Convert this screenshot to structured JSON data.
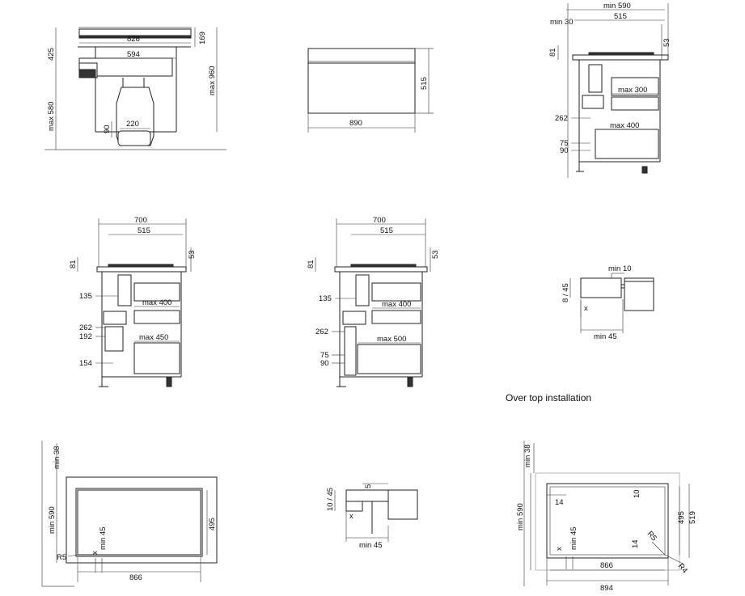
{
  "caption": "Over top installation",
  "labels": {
    "v1": {
      "w828": "828",
      "w594": "594",
      "h169": "169",
      "h425": "425",
      "hmax960": "max 960",
      "hmax580": "max 580",
      "w220": "220",
      "h90": "90"
    },
    "v2": {
      "w890": "890",
      "h515": "515"
    },
    "v3": {
      "min590": "min 590",
      "w515": "515",
      "min30": "min 30",
      "h53": "53",
      "h81": "81",
      "max300": "max 300",
      "h262": "262",
      "max400": "max 400",
      "h75": "75",
      "h90": "90"
    },
    "v4": {
      "w700": "700",
      "w515": "515",
      "h81": "81",
      "h53": "53",
      "h135": "135",
      "max400": "max 400",
      "h262": "262",
      "h192": "192",
      "max450": "max 450",
      "h154": "154"
    },
    "v5": {
      "w700": "700",
      "w515": "515",
      "h81": "81",
      "h53": "53",
      "h135": "135",
      "max400": "max 400",
      "h262": "262",
      "max500": "max 500",
      "h75": "75",
      "h90": "90"
    },
    "v6": {
      "min10": "min 10",
      "h845": "8 / 45",
      "x": "x",
      "min45": "min 45"
    },
    "v7": {
      "min38": "min 38",
      "min590": "min 590",
      "h495": "495",
      "r5": "R5",
      "x": "x",
      "min45": "min 45",
      "w866": "866"
    },
    "v8": {
      "h5": "5",
      "h1045": "10 / 45",
      "x": "x",
      "min45": "min 45"
    },
    "v9": {
      "min38": "min 38",
      "min590": "min 590",
      "w14a": "14",
      "h10": "10",
      "h495": "495",
      "h519": "519",
      "r5": "R5",
      "min45": "min 45",
      "x": "x",
      "w14b": "14",
      "w866": "866",
      "r4": "R4",
      "w894": "894"
    }
  }
}
